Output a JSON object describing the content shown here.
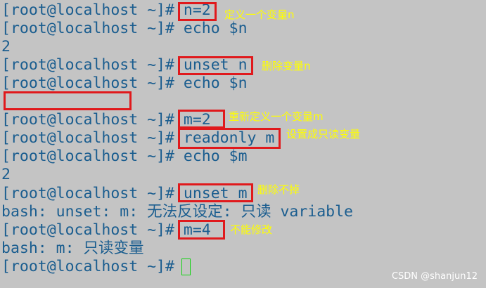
{
  "terminal": {
    "lines": [
      {
        "prompt": "[root@localhost ~]#",
        "cmd": "n=2"
      },
      {
        "prompt": "[root@localhost ~]#",
        "cmd": "echo $n"
      },
      {
        "output": "2"
      },
      {
        "prompt": "[root@localhost ~]#",
        "cmd": "unset n"
      },
      {
        "prompt": "[root@localhost ~]#",
        "cmd": "echo $n"
      },
      {
        "output": ""
      },
      {
        "prompt": "[root@localhost ~]#",
        "cmd": "m=2"
      },
      {
        "prompt": "[root@localhost ~]#",
        "cmd": "readonly m"
      },
      {
        "prompt": "[root@localhost ~]#",
        "cmd": "echo $m"
      },
      {
        "output": "2"
      },
      {
        "prompt": "[root@localhost ~]#",
        "cmd": "unset m"
      },
      {
        "output": "bash: unset: m: 无法反设定: 只读 variable"
      },
      {
        "prompt": "[root@localhost ~]#",
        "cmd": "m=4"
      },
      {
        "output": "bash: m: 只读变量"
      },
      {
        "prompt": "[root@localhost ~]#",
        "cmd": ""
      }
    ]
  },
  "annotations": {
    "define_n": "定义一个变量n",
    "delete_n": "删除变量n",
    "redefine_m": "重新定义一个变量m",
    "readonly_m": "设置成只读变量",
    "cannot_delete": "删除不掉",
    "cannot_modify": "不能修改"
  },
  "watermark": "CSDN @shanjun12",
  "colors": {
    "background": "#c4c4c4",
    "text": "#1a5d8f",
    "highlight_box": "#e0191c",
    "annotation": "#ffff00",
    "cursor": "#12d412"
  }
}
